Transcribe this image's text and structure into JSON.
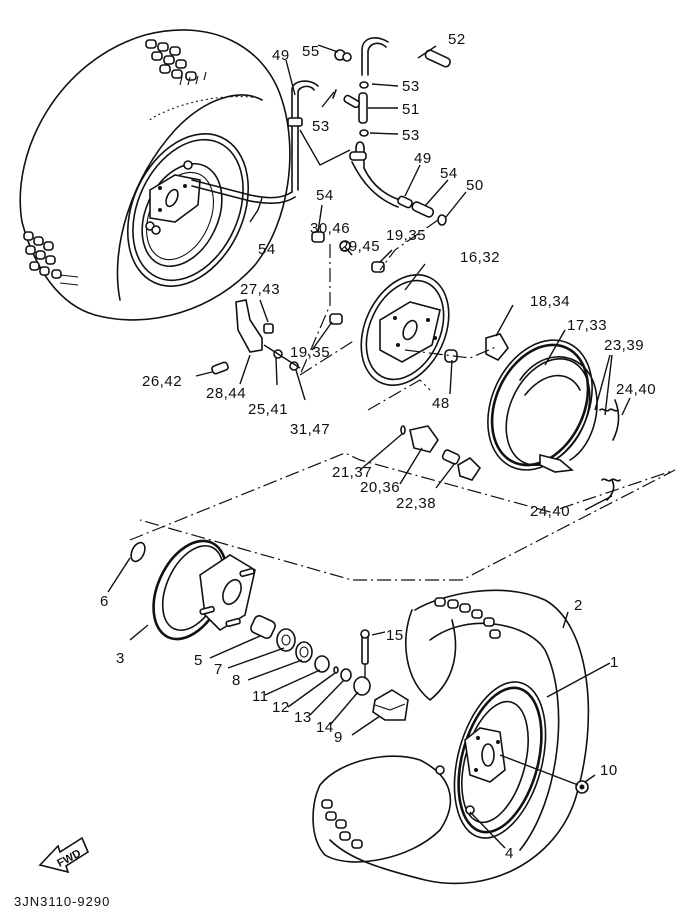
{
  "diagram": {
    "type": "exploded-parts-diagram",
    "subject": "Front wheel and brake assembly",
    "drawing_code": "3JN3110-9290",
    "direction_marker": "FWD",
    "callouts": {
      "c1": "1",
      "c2": "2",
      "c3": "3",
      "c4": "4",
      "c5": "5",
      "c6": "6",
      "c7": "7",
      "c8": "8",
      "c9": "9",
      "c10": "10",
      "c11": "11",
      "c12": "12",
      "c13": "13",
      "c14": "14",
      "c15": "15",
      "c16_32": "16,32",
      "c17_33": "17,33",
      "c18_34": "18,34",
      "c19_35a": "19,35",
      "c19_35b": "19,35",
      "c20_36": "20,36",
      "c21_37": "21,37",
      "c22_38": "22,38",
      "c23_39": "23,39",
      "c24_40a": "24,40",
      "c24_40b": "24,40",
      "c25_41": "25,41",
      "c26_42": "26,42",
      "c27_43": "27,43",
      "c28_44": "28,44",
      "c29_45": "29,45",
      "c30_46": "30,46",
      "c31_47": "31,47",
      "c48": "48",
      "c49a": "49",
      "c49b": "49",
      "c50": "50",
      "c51": "51",
      "c52": "52",
      "c53a": "53",
      "c53b": "53",
      "c53c": "53",
      "c54a": "54",
      "c54b": "54",
      "c54c": "54",
      "c55": "55"
    }
  }
}
